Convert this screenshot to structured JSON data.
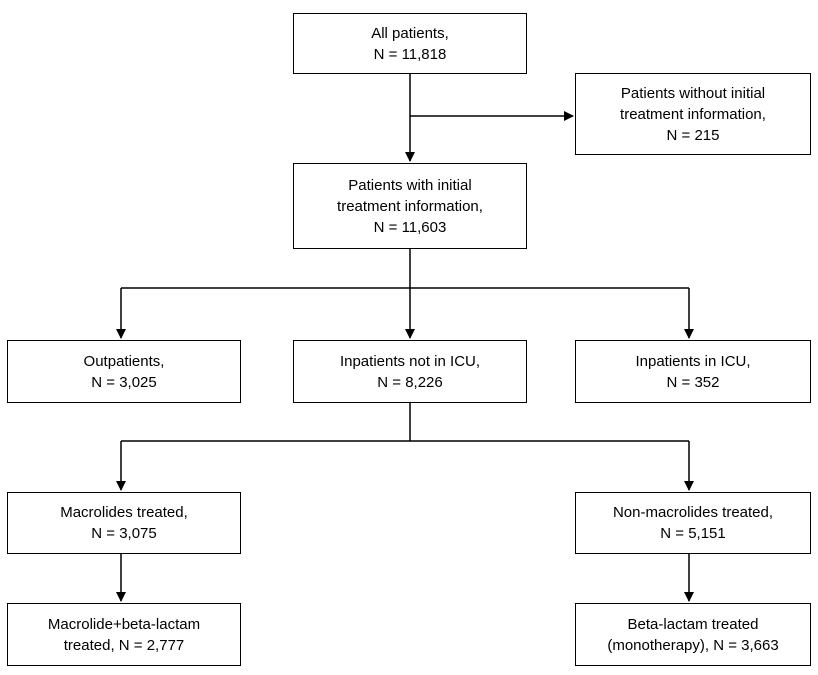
{
  "colors": {
    "line": "#000000",
    "box_border": "#000000",
    "box_fill": "#ffffff",
    "text": "#000000"
  },
  "boxes": {
    "all": [
      "All patients,",
      "N = 11,818"
    ],
    "without": [
      "Patients without initial",
      "treatment information,",
      "N = 215"
    ],
    "with": [
      "Patients with initial",
      "treatment information,",
      "N = 11,603"
    ],
    "outpatients": [
      "Outpatients,",
      "N = 3,025"
    ],
    "inpatients_not_icu": [
      "Inpatients not in ICU,",
      "N = 8,226"
    ],
    "inpatients_icu": [
      "Inpatients in ICU,",
      "N = 352"
    ],
    "macrolides": [
      "Macrolides treated,",
      "N = 3,075"
    ],
    "non_macrolides": [
      "Non-macrolides treated,",
      "N = 5,151"
    ],
    "macrolide_beta": [
      "Macrolide+beta-lactam",
      "treated, N = 2,777"
    ],
    "beta_mono": [
      "Beta-lactam treated",
      "(monotherapy), N = 3,663"
    ]
  }
}
